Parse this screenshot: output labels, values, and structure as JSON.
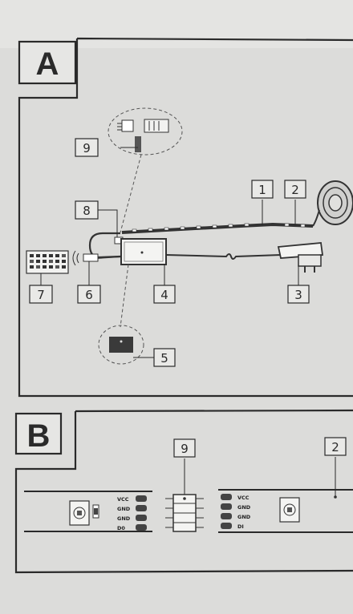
{
  "panel_a": {
    "letter": "A",
    "callouts": {
      "c1": "1",
      "c2": "2",
      "c3": "3",
      "c4": "4",
      "c5": "5",
      "c6": "6",
      "c7": "7",
      "c8": "8",
      "c9": "9"
    }
  },
  "panel_b": {
    "letter": "B",
    "callout_9": "9",
    "callout_2": "2",
    "left_pins": [
      "VCC",
      "GND",
      "GND",
      "D0"
    ],
    "right_pins": [
      "VCC",
      "GND",
      "GND",
      "DI"
    ]
  },
  "colors": {
    "paper": "#dcdcda",
    "ink": "#2a2a2a",
    "callout_fill": "#e9e9e7"
  }
}
